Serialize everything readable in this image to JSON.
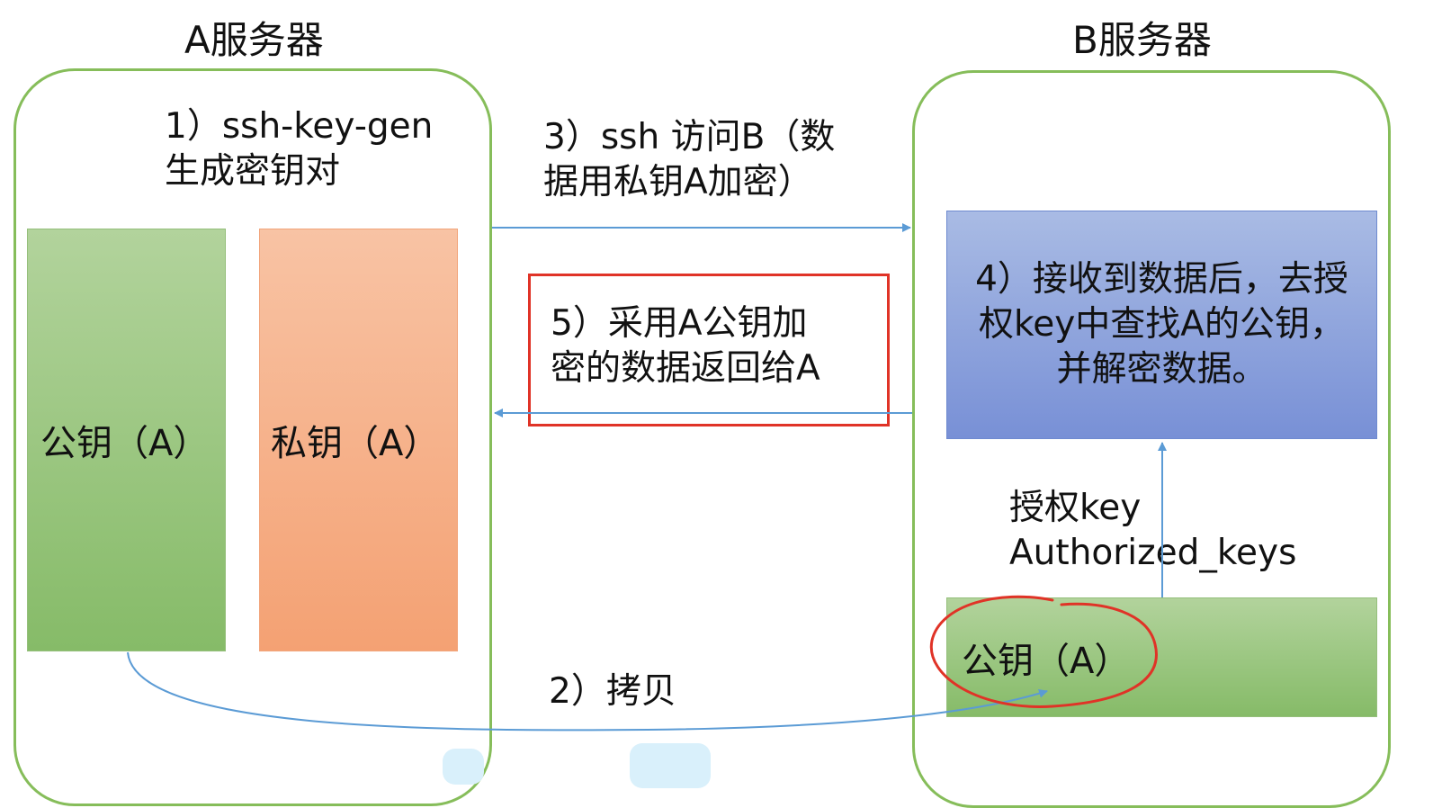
{
  "server_a": {
    "title": "A服务器"
  },
  "server_b": {
    "title": "B服务器"
  },
  "step1": {
    "line1": "1）ssh-key-gen",
    "line2": "生成密钥对"
  },
  "step2": {
    "label": "2）拷贝"
  },
  "step3": {
    "line1": "3）ssh 访问B（数",
    "line2": "据用私钥A加密）"
  },
  "step4": {
    "line1": "4）接收到数据后，去授",
    "line2": "权key中查找A的公钥，",
    "line3": "并解密数据。"
  },
  "step5": {
    "line1": "5）采用A公钥加",
    "line2": "密的数据返回给A"
  },
  "keys": {
    "public_a": "公钥（A）",
    "private_a": "私钥（A）",
    "public_a_on_b": "公钥（A）"
  },
  "authorized": {
    "line1": "授权key",
    "line2": "Authorized_keys"
  },
  "colors": {
    "server_border": "#86bd5a",
    "arrow": "#5b9bd5",
    "highlight_red": "#e03327",
    "public_key_green": "#9ec985",
    "private_key_orange": "#f6b08a",
    "process_blue": "#8ea4dc"
  }
}
